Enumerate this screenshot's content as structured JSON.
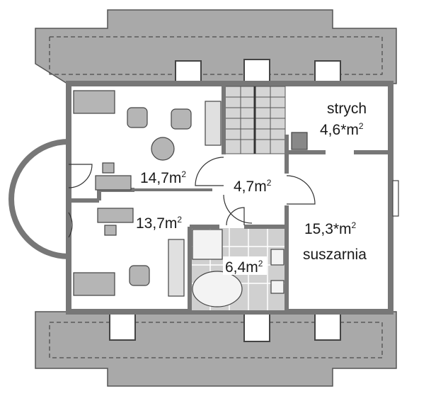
{
  "colors": {
    "roof": "#a9a9a9",
    "wall": "#7a7a7a",
    "floor": "#ffffff",
    "tile": "#cfcfcf",
    "furniture": "#b5b5b5"
  },
  "rooms": [
    {
      "id": "room-upper-left",
      "area": "14,7m",
      "sup": "2"
    },
    {
      "id": "hall",
      "area": "4,7m",
      "sup": "2"
    },
    {
      "id": "room-lower-left",
      "area": "13,7m",
      "sup": "2"
    },
    {
      "id": "bathroom",
      "area": "6,4m",
      "sup": "2"
    },
    {
      "id": "strych",
      "name": "strych",
      "area": "4,6*m",
      "sup": "2"
    },
    {
      "id": "suszarnia",
      "name": "suszarnia",
      "area": "15,3*m",
      "sup": "2"
    }
  ]
}
